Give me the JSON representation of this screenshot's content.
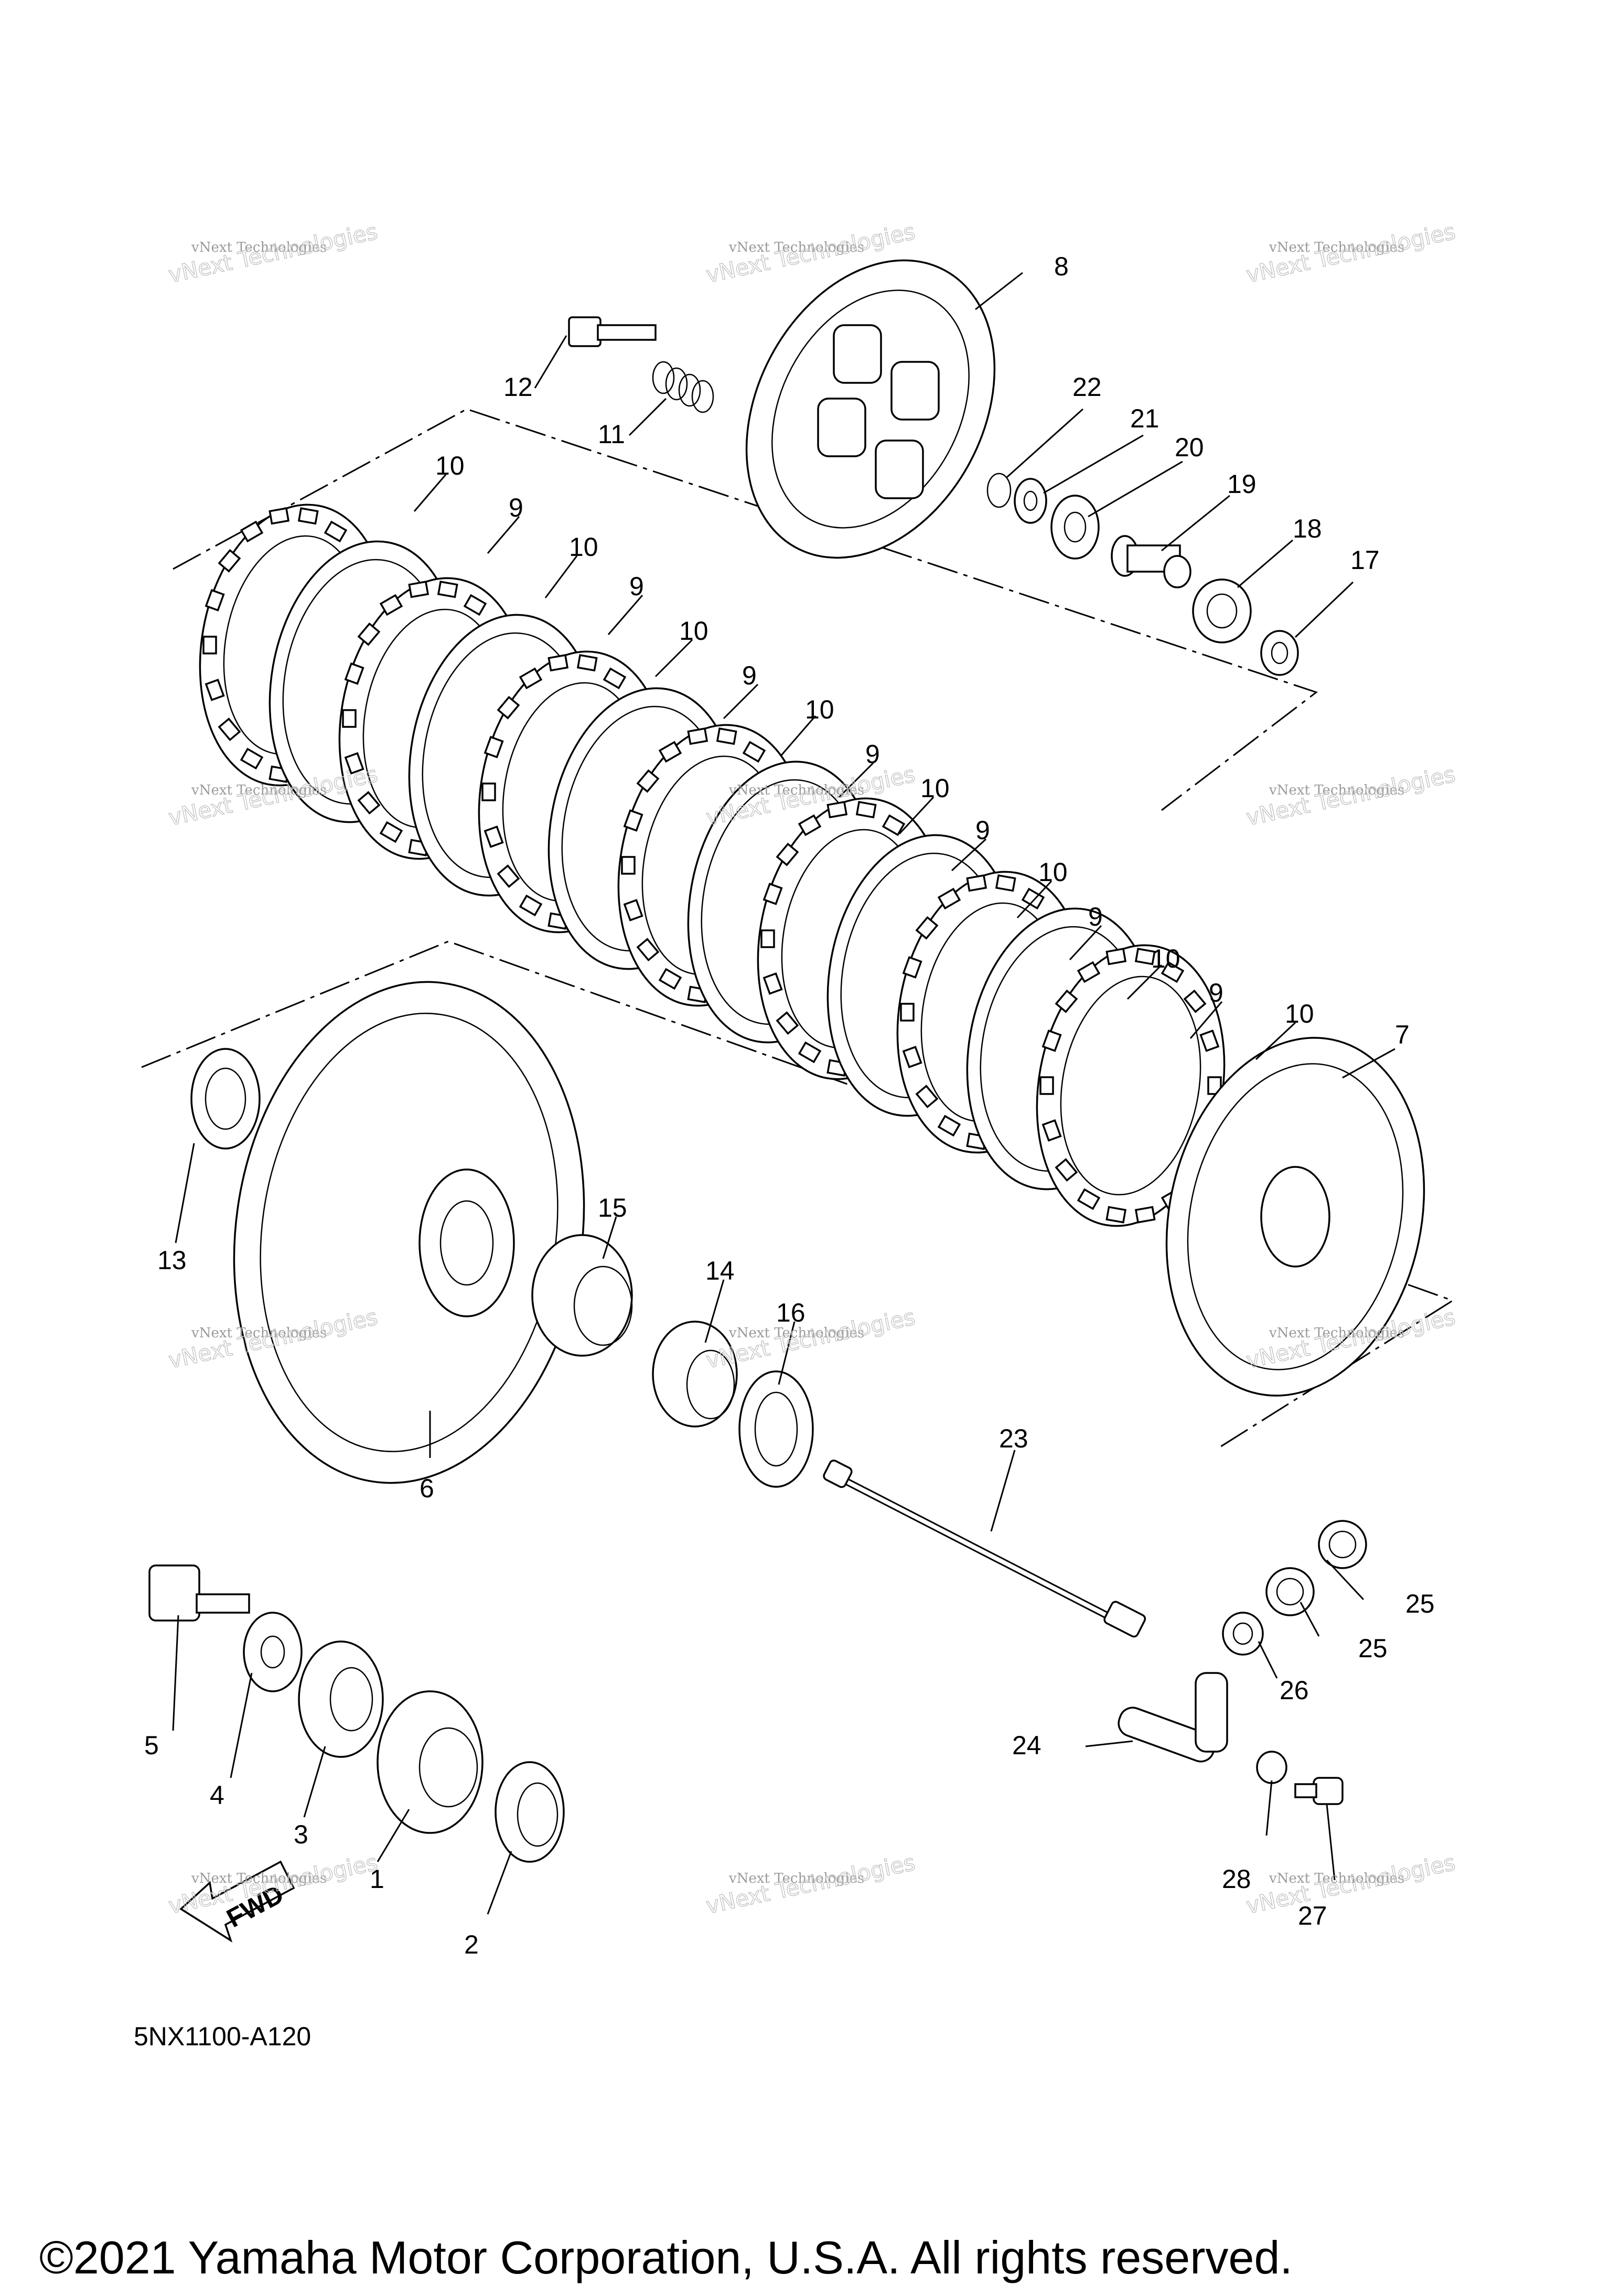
{
  "diagram": {
    "part_code": "5NX1100-A120",
    "fwd_label": "FWD",
    "copyright": "©2021 Yamaha Motor Corporation, U.S.A. All rights reserved.",
    "watermark": {
      "line1": "vNext Technologies",
      "line2": "vNext Technologies"
    },
    "callouts": [
      "8",
      "12",
      "11",
      "22",
      "21",
      "20",
      "19",
      "18",
      "17",
      "10",
      "9",
      "10",
      "9",
      "10",
      "9",
      "10",
      "9",
      "10",
      "9",
      "10",
      "9",
      "10",
      "9",
      "10",
      "7",
      "13",
      "15",
      "14",
      "16",
      "6",
      "23",
      "25",
      "25",
      "26",
      "24",
      "5",
      "4",
      "3",
      "1",
      "2",
      "28",
      "27"
    ]
  }
}
